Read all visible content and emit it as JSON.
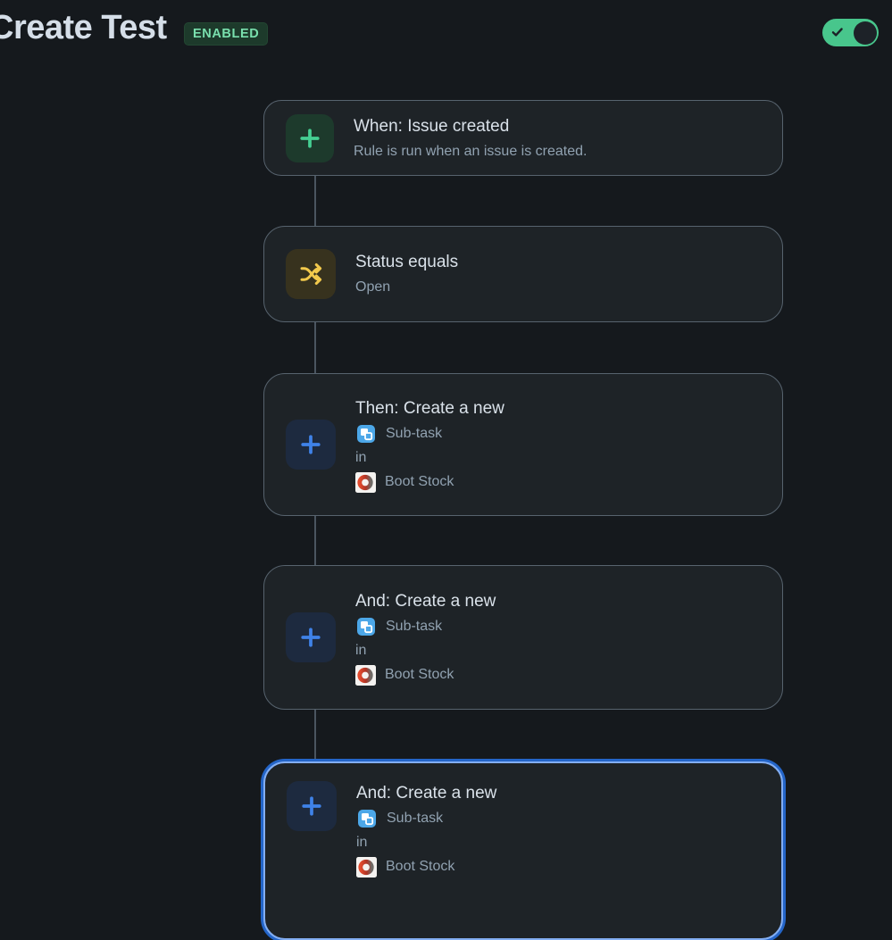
{
  "header": {
    "title": "Create Test",
    "status_badge": "ENABLED",
    "toggle": {
      "state": "on",
      "label": "rule-enabled"
    }
  },
  "colors": {
    "page_bg": "#15191d",
    "card_bg": "#1e2327",
    "card_border": "#57636e",
    "selected_ring": "#2465c8",
    "selected_border": "#83aef2",
    "green_accent": "#45cf92",
    "yellow_accent": "#f2c94c",
    "blue_accent": "#3f82e8",
    "toggle_green": "#48c68c",
    "badge_text": "#79dfad"
  },
  "flow": {
    "cards": [
      {
        "kind": "trigger",
        "icon": "plus-icon",
        "icon_color": "green",
        "title": "When: Issue created",
        "subtitle": "Rule is run when an issue is created."
      },
      {
        "kind": "condition",
        "icon": "shuffle-icon",
        "icon_color": "yellow",
        "title": "Status equals",
        "subtitle": "Open"
      },
      {
        "kind": "action",
        "icon": "plus-icon",
        "icon_color": "blue",
        "title": "Then: Create a new",
        "issue_type": "Sub-task",
        "connector_word": "in",
        "project": "Boot Stock"
      },
      {
        "kind": "action",
        "icon": "plus-icon",
        "icon_color": "blue",
        "title": "And: Create a new",
        "issue_type": "Sub-task",
        "connector_word": "in",
        "project": "Boot Stock"
      },
      {
        "kind": "action",
        "icon": "plus-icon",
        "icon_color": "blue",
        "title": "And: Create a new",
        "issue_type": "Sub-task",
        "connector_word": "in",
        "project": "Boot Stock",
        "selected": true
      }
    ]
  }
}
